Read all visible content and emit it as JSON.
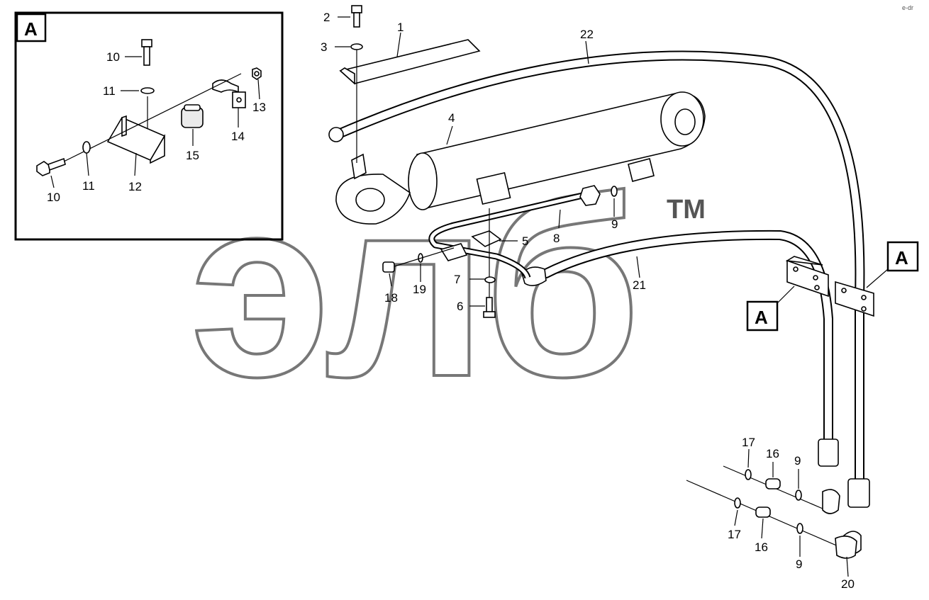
{
  "watermark": {
    "text": "элб",
    "trademark": "TM"
  },
  "corner_mark": "e-dr",
  "detail_view": {
    "label": "A"
  },
  "detail_refs": [
    "A",
    "A"
  ],
  "callouts": {
    "c1": "1",
    "c2": "2",
    "c3": "3",
    "c4": "4",
    "c5": "5",
    "c6": "6",
    "c7": "7",
    "c8": "8",
    "c9a": "9",
    "c9b": "9",
    "c9c": "9",
    "c10a": "10",
    "c10b": "10",
    "c11a": "11",
    "c11b": "11",
    "c12": "12",
    "c13": "13",
    "c14": "14",
    "c15": "15",
    "c16a": "16",
    "c16b": "16",
    "c17a": "17",
    "c17b": "17",
    "c18": "18",
    "c19": "19",
    "c20": "20",
    "c21": "21",
    "c22": "22"
  }
}
